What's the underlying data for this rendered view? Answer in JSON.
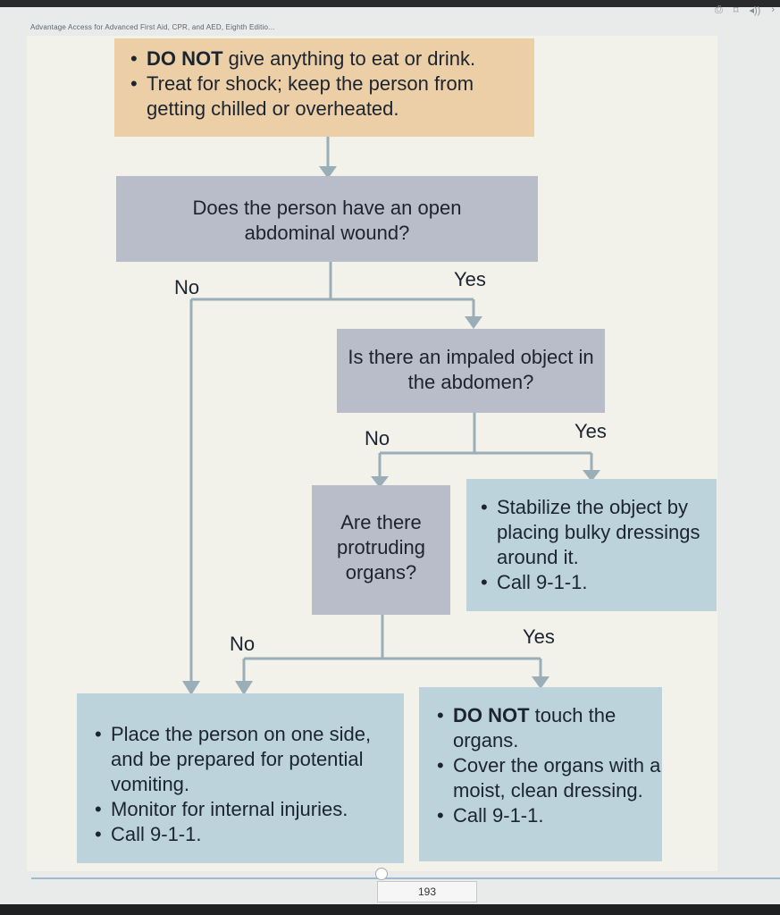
{
  "header": {
    "title": "Advantage Access for Advanced First Aid, CPR, and AED, Eighth Editio..."
  },
  "toolbar": {
    "icons": [
      "print-icon",
      "bookmark-icon",
      "audio-icon",
      "next-icon"
    ]
  },
  "flow": {
    "top_box": {
      "item1_bold": "DO NOT",
      "item1_rest": " give anything to eat or drink.",
      "item2": "Treat for shock; keep the person from getting chilled or overheated."
    },
    "q1": "Does the person have an open abdominal wound?",
    "q1_no": "No",
    "q1_yes": "Yes",
    "q2": "Is there an impaled object in the abdomen?",
    "q2_no": "No",
    "q2_yes": "Yes",
    "q3": "Are there protruding organs?",
    "q3_no": "No",
    "q3_yes": "Yes",
    "impaled_box": {
      "item1": "Stabilize the object by placing bulky dressings around it.",
      "item2": "Call 9-1-1."
    },
    "left_box": {
      "item1": "Place the person on one side, and be prepared for potential vomiting.",
      "item2": "Monitor for internal injuries.",
      "item3": "Call 9-1-1."
    },
    "right_box": {
      "item1_bold": "DO NOT",
      "item1_rest": " touch the organs.",
      "item2": "Cover the organs with a moist, clean dressing.",
      "item3": "Call 9-1-1."
    }
  },
  "footer": {
    "page_number": "193"
  },
  "colors": {
    "orange_box": "#eccfa7",
    "gray_box": "#b9bcc9",
    "blue_box": "#bcd3dc",
    "arrow": "#9aaeb8"
  }
}
